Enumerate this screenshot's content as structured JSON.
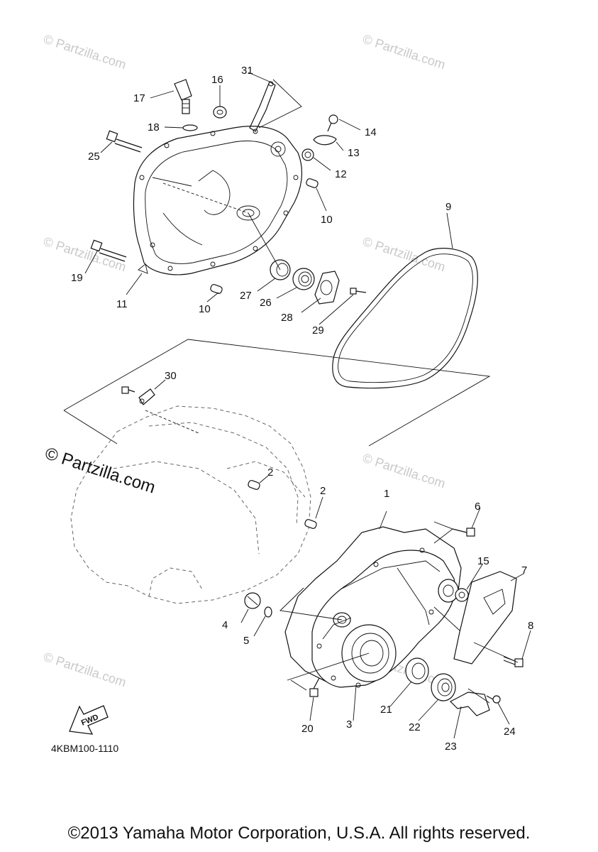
{
  "watermarks": {
    "text": "© Partzilla.com",
    "main": "© Partzilla.com"
  },
  "callouts": {
    "c1": "1",
    "c2a": "2",
    "c2b": "2",
    "c3": "3",
    "c4": "4",
    "c5": "5",
    "c6": "6",
    "c7": "7",
    "c8": "8",
    "c9": "9",
    "c10a": "10",
    "c10b": "10",
    "c11": "11",
    "c12": "12",
    "c13": "13",
    "c14": "14",
    "c15": "15",
    "c16": "16",
    "c17": "17",
    "c18": "18",
    "c19": "19",
    "c20": "20",
    "c21": "21",
    "c22": "22",
    "c23": "23",
    "c24": "24",
    "c25": "25",
    "c26": "26",
    "c27": "27",
    "c28": "28",
    "c29": "29",
    "c30": "30",
    "c31": "31"
  },
  "fwd_label": "FWD",
  "diagram_code": "4KBM100-1110",
  "copyright": "©2013 Yamaha Motor Corporation, U.S.A. All rights reserved."
}
